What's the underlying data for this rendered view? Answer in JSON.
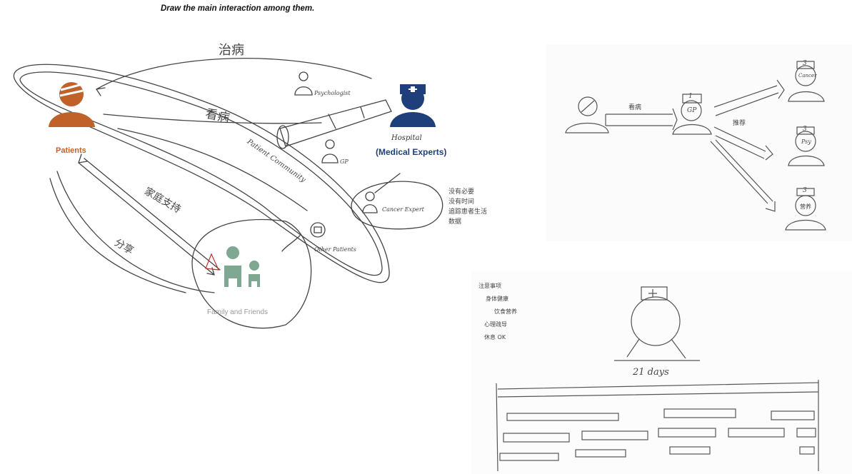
{
  "title": "Draw the main interaction among them.",
  "left_diagram": {
    "patients_label": "Patients",
    "hospital_label": "Hospital",
    "medical_label": "(Medical Experts)",
    "family_label": "Family and Friends",
    "zhibing": "治病",
    "kanbing": "看病",
    "patient_community": "Patient Community",
    "psychologist": "Psychologist",
    "gp": "GP",
    "cancer_expert": "Cancer Expert",
    "other_patients": "Other Patients",
    "fenxiang": "分享",
    "jiating": "家庭支持",
    "cancer_notes": [
      "没有必要",
      "没有时间",
      "追踪患者生活",
      "数据"
    ]
  },
  "right_diagram": {
    "kanbing": "看病",
    "tuijian": "推荐",
    "gp_label": "GP",
    "gp_num": "1",
    "cancer_label": "Cancer",
    "psy_label": "Psy",
    "nutrition_label": "营养",
    "node_num": "3"
  },
  "bottom_diagram": {
    "days_label": "21 days",
    "notes": [
      "注意事项",
      "身体健康",
      "饮食营养",
      "心理疏导",
      "休息 OK"
    ]
  },
  "colors": {
    "patients": "#c0612a",
    "medical": "#1f3f7a",
    "family": "#7fa893"
  }
}
